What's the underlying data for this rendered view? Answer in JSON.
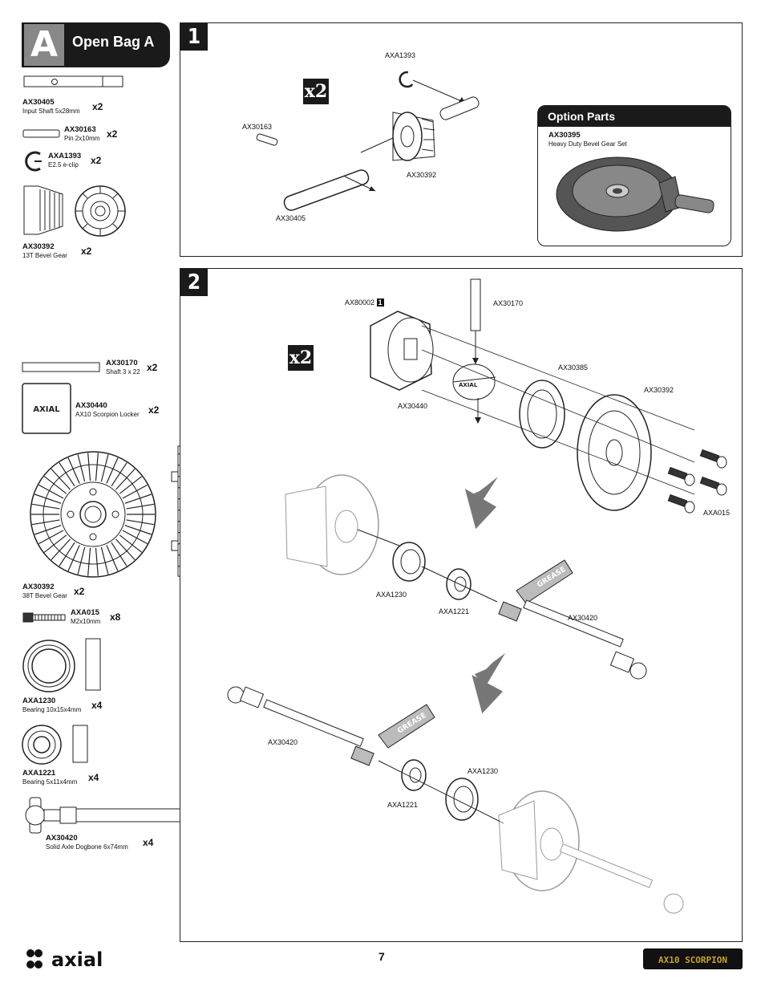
{
  "bag": {
    "letter": "A",
    "title": "Open Bag A"
  },
  "parts": [
    {
      "code": "AX30405",
      "desc": "Input Shaft 5x28mm",
      "qty": "x2"
    },
    {
      "code": "AX30163",
      "desc": "Pin 2x10mm",
      "qty": "x2"
    },
    {
      "code": "AXA1393",
      "desc": "E2.5 e-clip",
      "qty": "x2"
    },
    {
      "code": "AX30392",
      "desc": "13T Bevel Gear",
      "qty": "x2"
    },
    {
      "code": "AX30170",
      "desc": "Shaft 3 x 22",
      "qty": "x2"
    },
    {
      "code": "AX30440",
      "desc": "AX10 Scorpion Locker",
      "qty": "x2"
    },
    {
      "code": "AX30392",
      "desc": "38T Bevel Gear",
      "qty": "x2"
    },
    {
      "code": "AXA015",
      "desc": "M2x10mm",
      "qty": "x8"
    },
    {
      "code": "AXA1230",
      "desc": "Bearing 10x15x4mm",
      "qty": "x4"
    },
    {
      "code": "AXA1221",
      "desc": "Bearing 5x11x4mm",
      "qty": "x4"
    },
    {
      "code": "AX30420",
      "desc": "Solid Axle Dogbone 6x74mm",
      "qty": "x4"
    }
  ],
  "step1": {
    "number": "1",
    "badge": "x2",
    "labels": {
      "eclip": "AXA1393",
      "pin": "AX30163",
      "gear": "AX30392",
      "shaft": "AX30405"
    },
    "option": {
      "header": "Option Parts",
      "code": "AX30395",
      "desc": "Heavy Duty Bevel Gear Set"
    }
  },
  "step2": {
    "number": "2",
    "badge": "x2",
    "labels": {
      "case": "AX80002",
      "case_marker": "1",
      "shaft": "AX30170",
      "locker": "AX30440",
      "gasket": "AX30385",
      "ring": "AX30392",
      "screws": "AXA015",
      "bearing_big_1": "AXA1230",
      "bearing_small_1": "AXA1221",
      "dogbone_1": "AX30420",
      "dogbone_2": "AX30420",
      "bearing_big_2": "AXA1230",
      "bearing_small_2": "AXA1221"
    },
    "grease_label": "GREASE"
  },
  "footer": {
    "brand": "axial",
    "page": "7",
    "product_logo": "AX10 SCORPION"
  }
}
